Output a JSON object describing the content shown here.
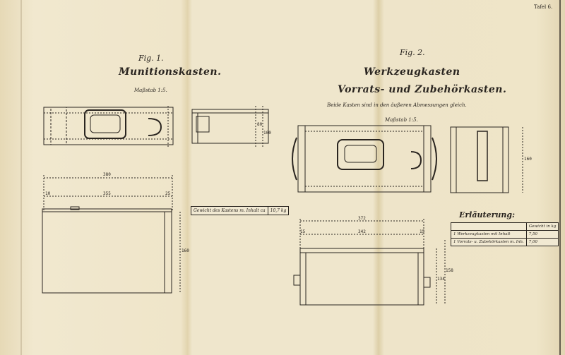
{
  "plate_label": "Tafel 6.",
  "fig1": {
    "label": "Fig. 1.",
    "title": "Munitionskasten.",
    "scale": "Maßstab 1:5.",
    "dimensions": {
      "outer_length": "380",
      "inner_length": "355",
      "left_wall": "10",
      "right_wall": "25",
      "side_height": "80",
      "side_total": "100",
      "front_height": "160"
    },
    "weight_label": "Gewicht des Kastens m. Inhalt ca",
    "weight_value": "10,7 kg"
  },
  "fig2": {
    "label": "Fig. 2.",
    "title": "Werkzeugkasten",
    "subtitle": "Vorrats- und Zubehörkasten.",
    "note": "Beide Kasten sind in den äußeren Abmessungen gleich.",
    "scale": "Maßstab 1:5.",
    "dimensions": {
      "outer_length": "372",
      "inner_length": "342",
      "left_wall": "15",
      "right_wall": "15",
      "side_height": "160",
      "front_inner": "134",
      "front_total": "158"
    },
    "legend": {
      "title": "Erläuterung:",
      "header": "Gewicht in kg",
      "rows": [
        {
          "label": "1 Werkzeugkasten mit Inhalt",
          "value": "7,50"
        },
        {
          "label": "1 Vorrats- u. Zubehörkasten m. Inh.",
          "value": "7,00"
        }
      ]
    }
  }
}
